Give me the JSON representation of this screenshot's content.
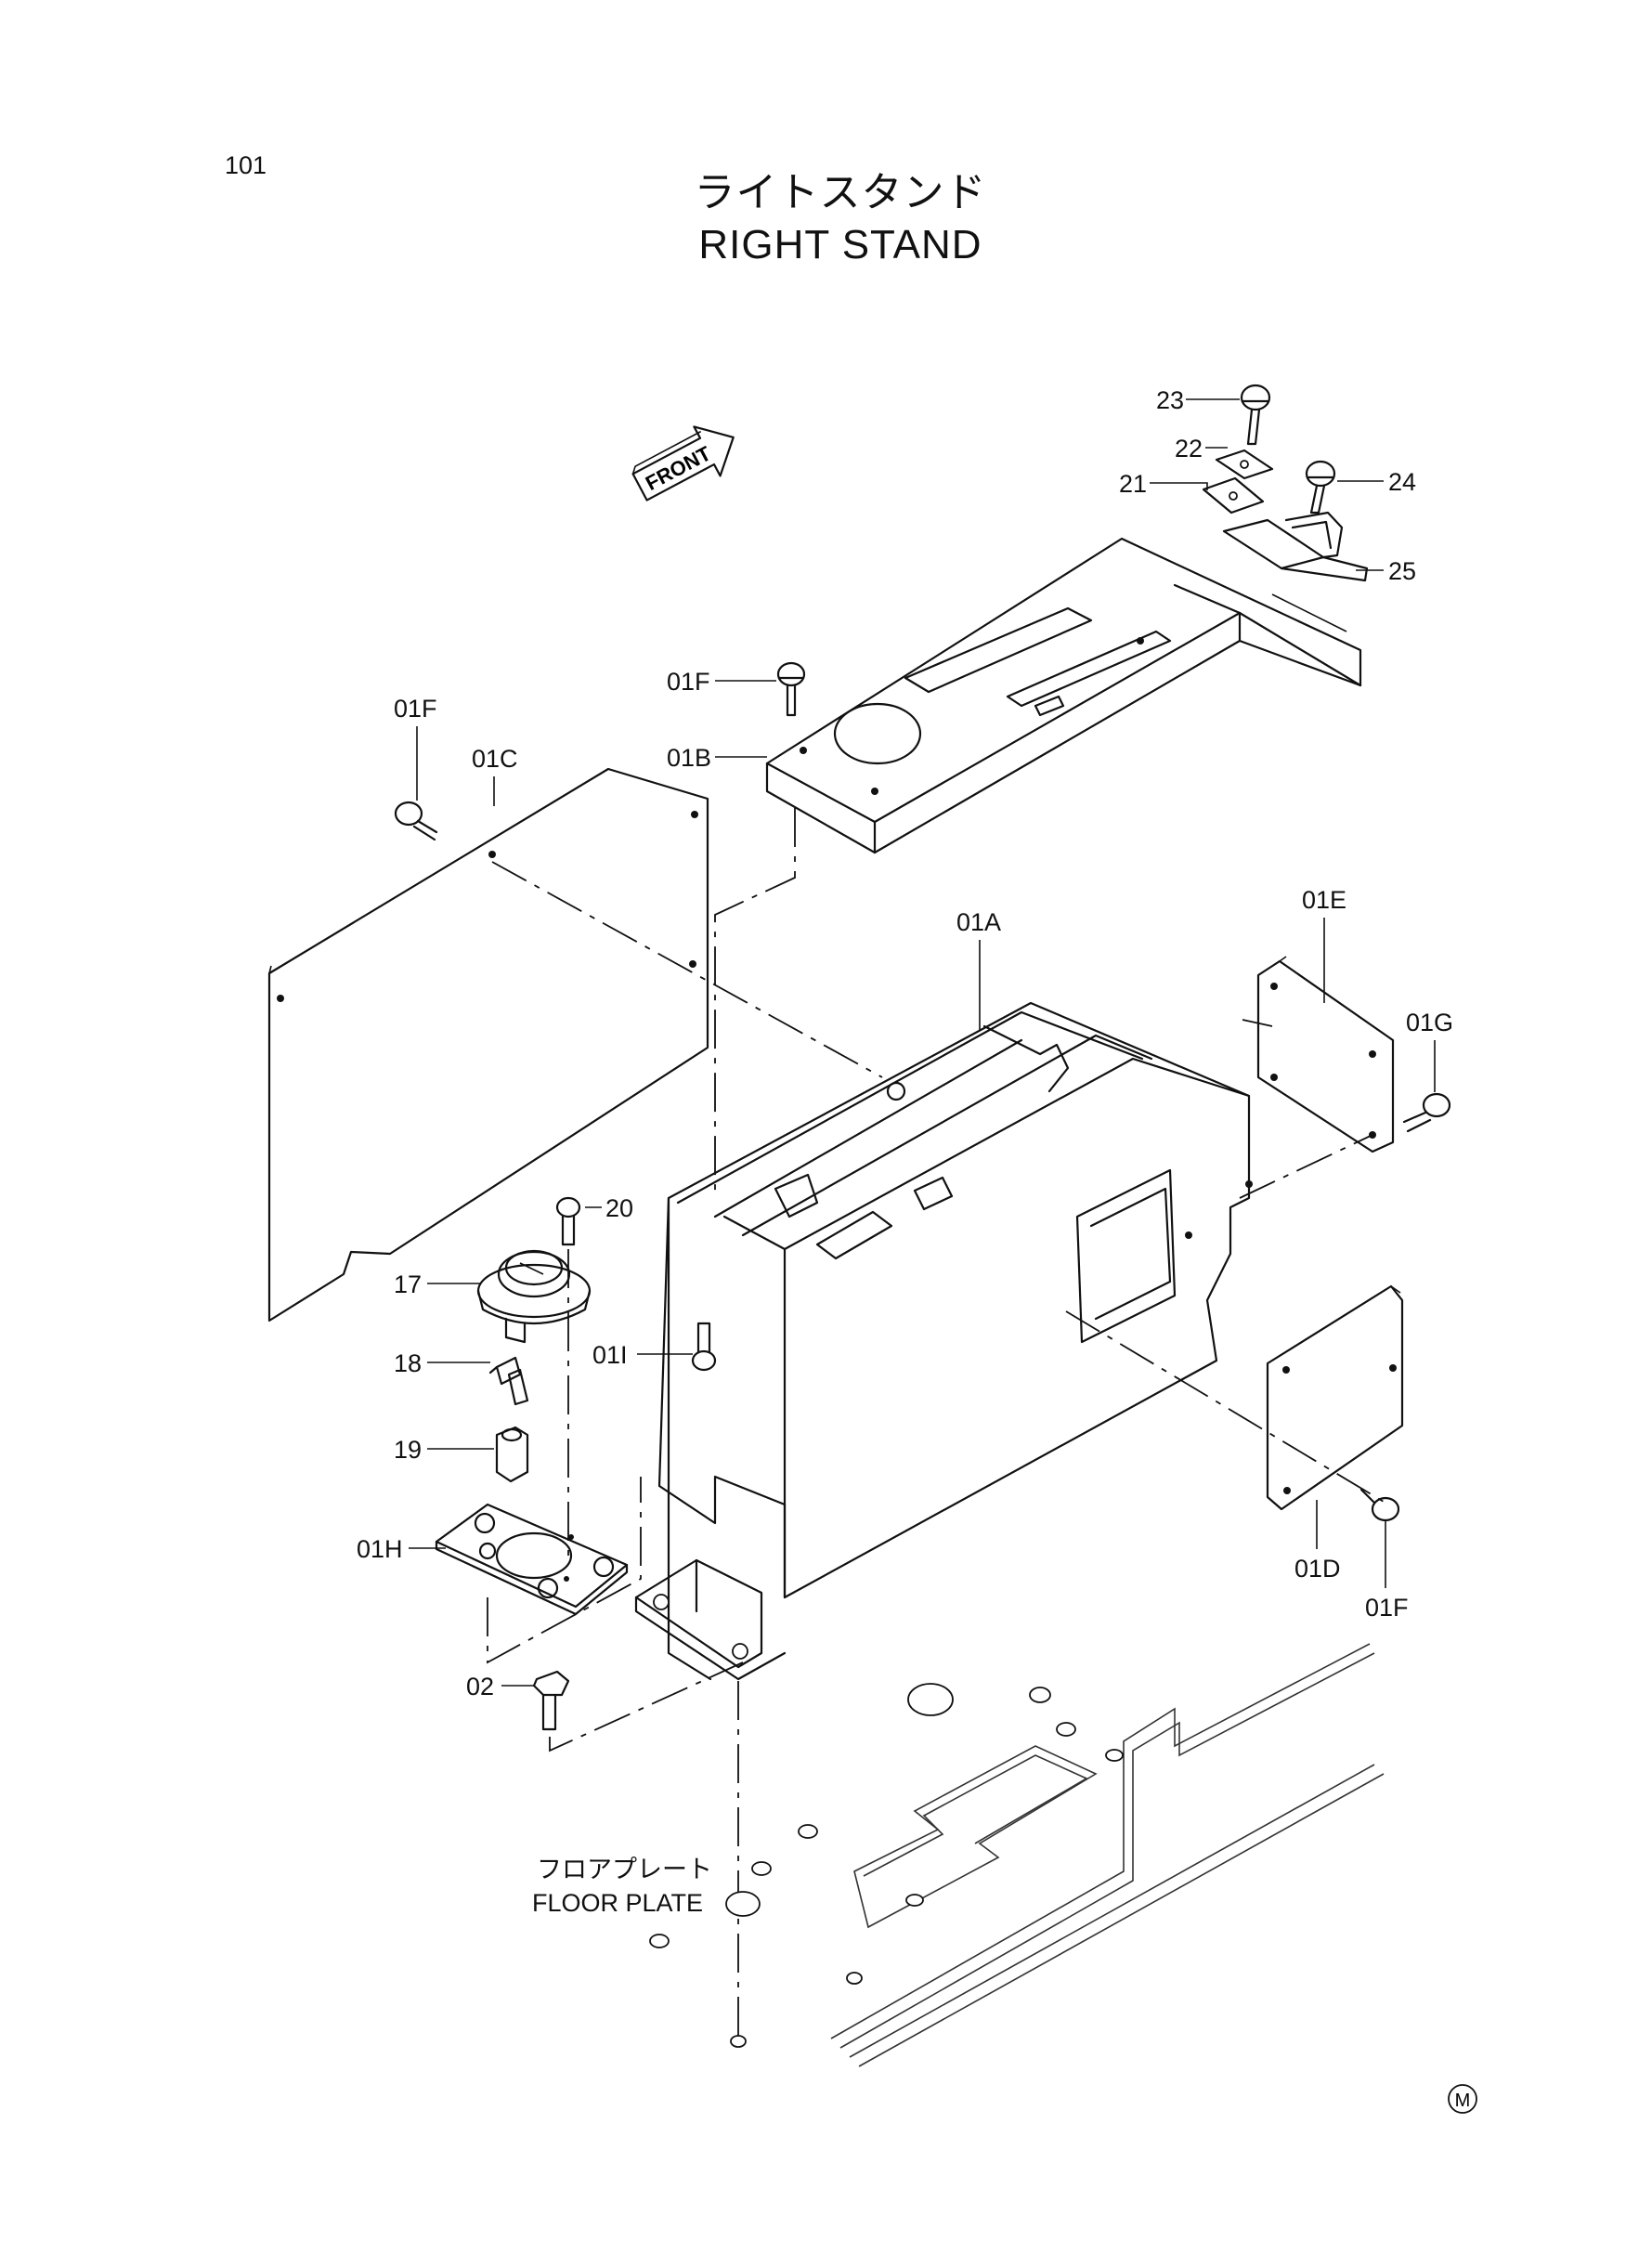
{
  "page_number": "101",
  "title_jp": "ライトスタンド",
  "title_en": "RIGHT STAND",
  "front_arrow_text": "FRONT",
  "floor_plate": {
    "label_jp": "フロアプレート",
    "label_en": "FLOOR PLATE"
  },
  "mark": "M",
  "callouts": {
    "c23": "23",
    "c22": "22",
    "c21": "21",
    "c24": "24",
    "c25": "25",
    "c01F_top": "01F",
    "c01B": "01B",
    "c01F_left": "01F",
    "c01C": "01C",
    "c01A": "01A",
    "c01E": "01E",
    "c01G": "01G",
    "c20": "20",
    "c17": "17",
    "c18": "18",
    "c01I": "01I",
    "c19": "19",
    "c01H": "01H",
    "c01D": "01D",
    "c01F_right": "01F",
    "c02": "02"
  }
}
